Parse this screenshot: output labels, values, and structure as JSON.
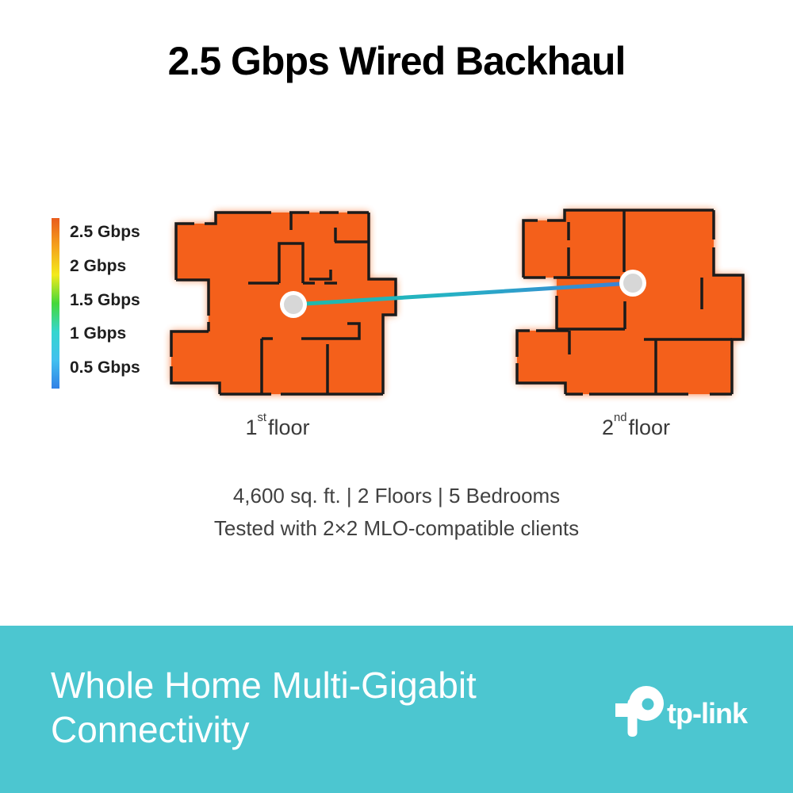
{
  "title": "2.5 Gbps Wired Backhaul",
  "legend": {
    "items": [
      "2.5 Gbps",
      "2 Gbps",
      "1.5 Gbps",
      "1 Gbps",
      "0.5 Gbps"
    ],
    "gradient_top_to_bottom": [
      "#e95c1d",
      "#f5a21c",
      "#f3ea1b",
      "#45d83a",
      "#35d6cf",
      "#43c0ef",
      "#3181e6"
    ]
  },
  "heatmap": {
    "uniform_speed_level": "2.5 Gbps",
    "node_icon": "mesh-unit-node",
    "floors_shown": 2
  },
  "floor_labels": [
    {
      "num": "1",
      "suffix": "st",
      "word": "floor"
    },
    {
      "num": "2",
      "suffix": "nd",
      "word": "floor"
    }
  ],
  "stats": {
    "line1": "4,600 sq. ft. | 2 Floors | 5 Bedrooms",
    "line2": "Tested with 2×2 MLO-compatible clients"
  },
  "footer": {
    "line1": "Whole Home Multi-Gigabit",
    "line2": "Connectivity",
    "brand": "tp-link"
  },
  "colors": {
    "heatmap_orange": "#f4601b",
    "wall_black": "#1b1b1b",
    "footer_teal": "#4cc6d0",
    "backhaul_line_start": "#1eb9a8",
    "backhaul_line_end": "#3c7fd6",
    "node_fill": "#d7d7d7",
    "title_black": "#000000"
  }
}
